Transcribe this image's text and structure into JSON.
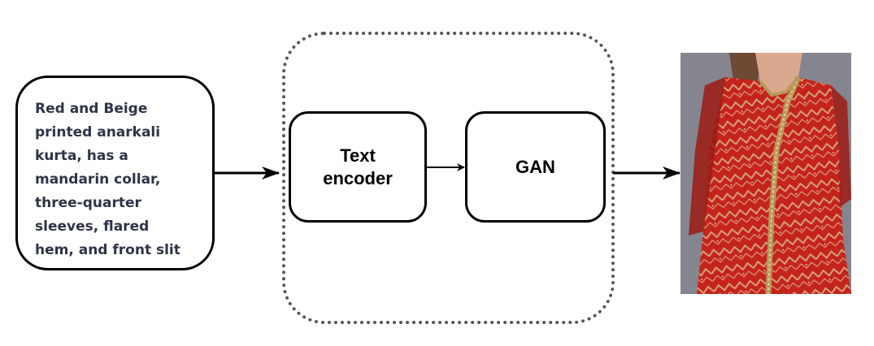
{
  "input": {
    "text": "Red and Beige\nprinted anarkali\nkurta, has a\nmandarin collar,\nthree-quarter\nsleeves, flared\nhem, and front slit"
  },
  "pipeline": {
    "text_encoder_label": "Text\nencoder",
    "gan_label": "GAN"
  },
  "output": {
    "image_subject": "red printed anarkali kurta on model",
    "colors": {
      "background": "#858590",
      "kurta_red": "#c4241c",
      "kurta_shadow": "#9c1a14",
      "print_beige": "#d8a07a",
      "trim_gold": "#b8985a",
      "skin": "#d9a88e"
    }
  },
  "colors": {
    "stroke": "#000000",
    "input_text": "#2e3446",
    "dotted_frame": "#555555"
  }
}
